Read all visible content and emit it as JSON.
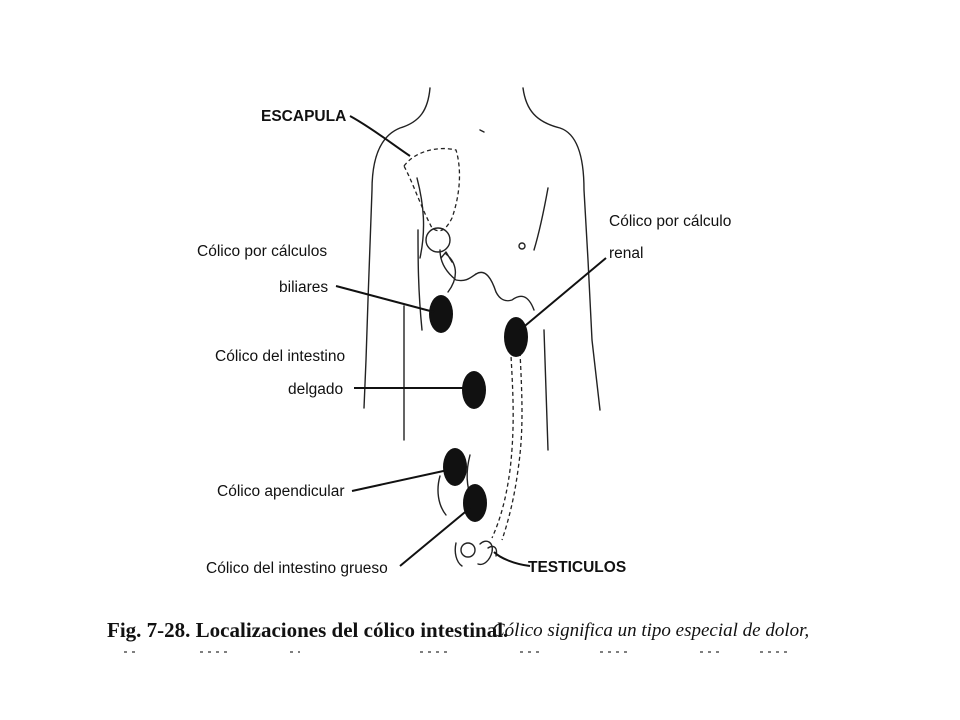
{
  "labels": {
    "escapula": "ESCAPULA",
    "biliares_line1": "Cólico por cálculos",
    "biliares_line2": "biliares",
    "renal_line1": "Cólico por cálculo",
    "renal_line2": "renal",
    "intestino_delgado_line1": "Cólico del intestino",
    "intestino_delgado_line2": "delgado",
    "apendicular": "Cólico apendicular",
    "intestino_grueso": "Cólico del intestino grueso",
    "testiculos": "TESTICULOS"
  },
  "caption": {
    "bold": "Fig. 7-28. Localizaciones del cólico intestinal.",
    "italic": "Cólico significa un tipo especial de dolor,"
  },
  "colors": {
    "ink": "#111111",
    "background": "#ffffff"
  }
}
